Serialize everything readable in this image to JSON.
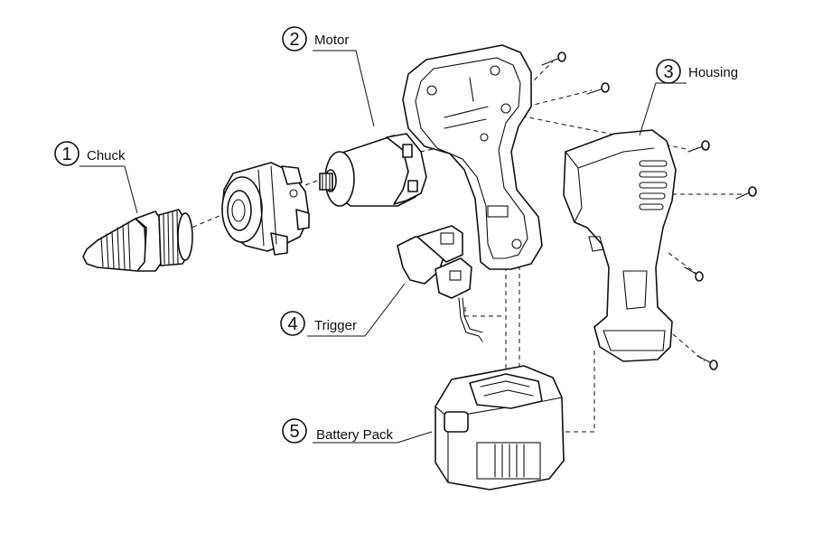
{
  "callouts": [
    {
      "number": "1",
      "label": "Chuck"
    },
    {
      "number": "2",
      "label": "Motor"
    },
    {
      "number": "3",
      "label": "Housing"
    },
    {
      "number": "4",
      "label": "Trigger"
    },
    {
      "number": "5",
      "label": "Battery Pack"
    }
  ],
  "colors": {
    "line": "#111111",
    "background": "#ffffff"
  }
}
